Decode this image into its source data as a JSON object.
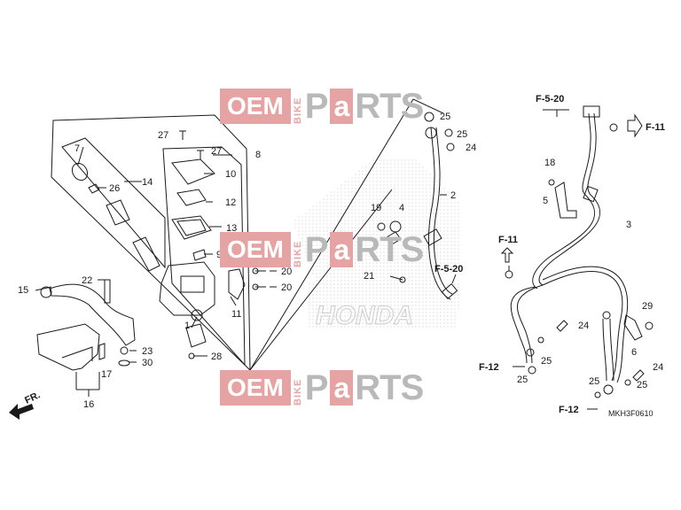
{
  "watermark": {
    "brand_a": "OEM",
    "brand_b": "BIKE",
    "brand_c1": "P",
    "brand_c2": "a",
    "brand_c3": "RTS"
  },
  "diagram_code": "MKH3F0610",
  "direction_label": "FR.",
  "refs": {
    "f5_20_top": "F-5-20",
    "f11_right": "F-11",
    "f11_mid": "F-11",
    "f5_20_mid": "F-5-20",
    "f12_left": "F-12",
    "f12_right": "F-12"
  },
  "callouts": {
    "c1": "1",
    "c2": "2",
    "c3": "3",
    "c4": "4",
    "c5": "5",
    "c6": "6",
    "c7": "7",
    "c8": "8",
    "c9": "9",
    "c10": "10",
    "c11": "11",
    "c12": "12",
    "c13": "13",
    "c14": "14",
    "c15": "15",
    "c16": "16",
    "c17": "17",
    "c18": "18",
    "c19": "19",
    "c20a": "20",
    "c20b": "20",
    "c21": "21",
    "c22": "22",
    "c23": "23",
    "c24a": "24",
    "c24b": "24",
    "c24c": "24",
    "c25a": "25",
    "c25b": "25",
    "c25c": "25",
    "c25d": "25",
    "c25e": "25",
    "c25f": "25",
    "c26": "26",
    "c27a": "27",
    "c27b": "27",
    "c28": "28",
    "c29": "29",
    "c30": "30"
  },
  "colors": {
    "line": "#1a1a1a",
    "watermark_red": "#e6a3a3",
    "watermark_gray": "#b9b9b9",
    "honda_gray": "#c8c8c8"
  }
}
